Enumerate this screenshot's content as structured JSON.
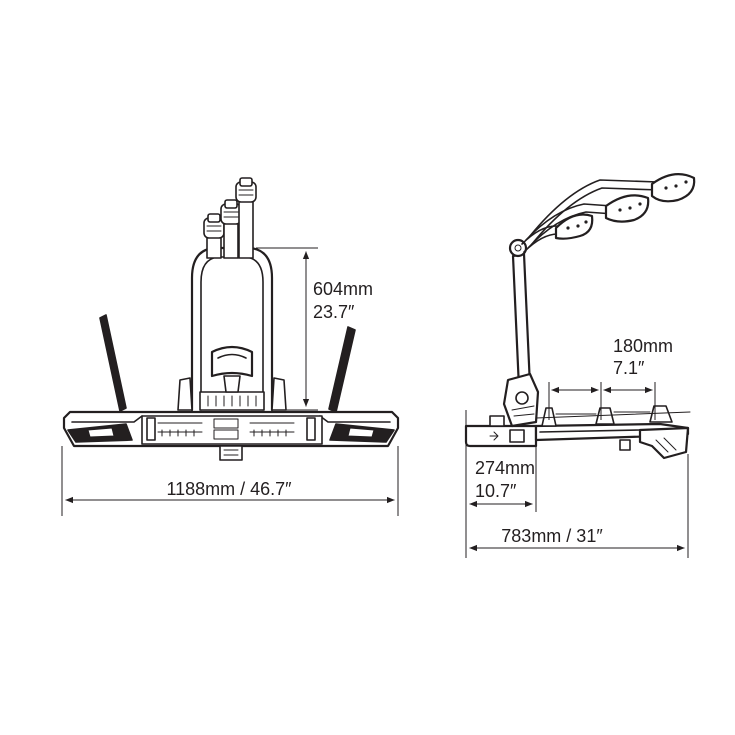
{
  "diagram": {
    "front_view": {
      "height_label_mm": "604mm",
      "height_label_in": "23.7″",
      "width_label": "1188mm / 46.7″"
    },
    "side_view": {
      "spacing_label_mm": "180mm",
      "spacing_label_in": "7.1″",
      "depth_label_mm": "274mm",
      "depth_label_in": "10.7″",
      "length_label": "783mm / 31″"
    },
    "colors": {
      "line": "#231f20",
      "background": "#ffffff"
    }
  }
}
